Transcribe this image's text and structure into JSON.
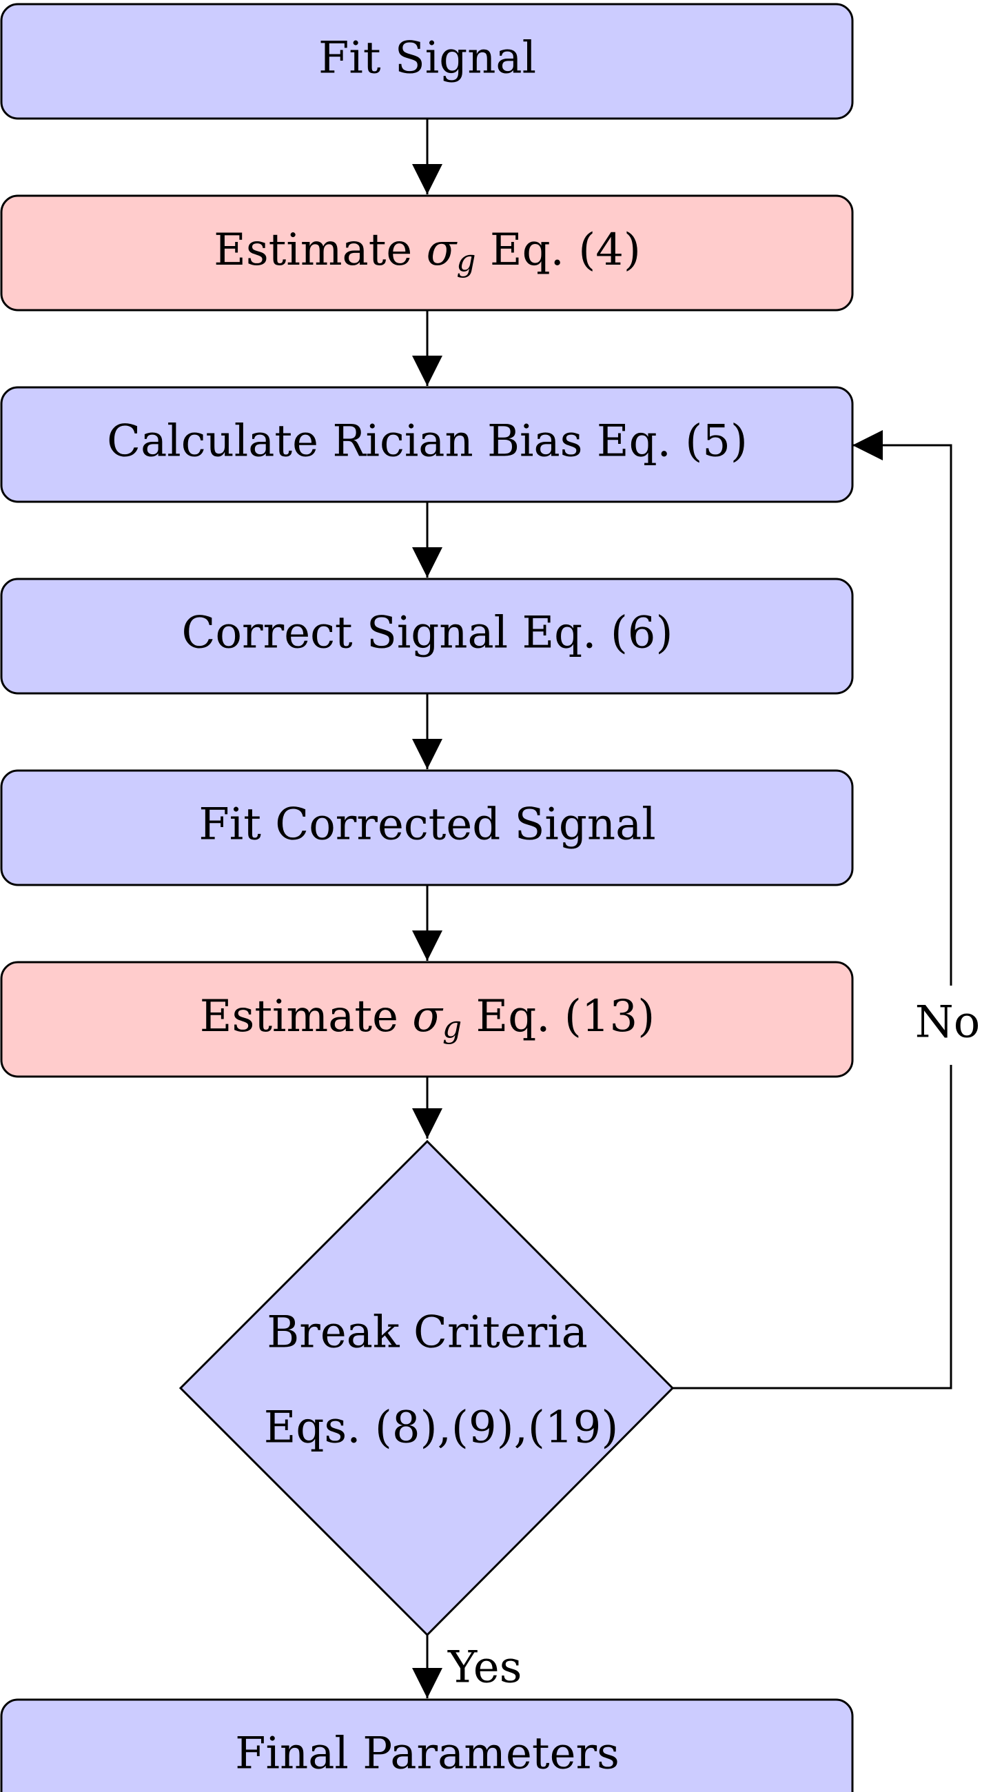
{
  "colors": {
    "process_fill": "#ccccff",
    "estimate_fill": "#ffcccc",
    "stroke": "#000000"
  },
  "nodes": {
    "fit_signal": {
      "label": "Fit Signal"
    },
    "estimate_sigma_4": {
      "label_prefix": "Estimate ",
      "symbol": "σ",
      "subscript": "g",
      "label_suffix": " Eq. (4)"
    },
    "calculate_rician_bias": {
      "label": "Calculate Rician Bias Eq. (5)"
    },
    "correct_signal": {
      "label": "Correct Signal Eq. (6)"
    },
    "fit_corrected_signal": {
      "label": "Fit Corrected Signal"
    },
    "estimate_sigma_13": {
      "label_prefix": "Estimate ",
      "symbol": "σ",
      "subscript": "g",
      "label_suffix": " Eq. (13)"
    },
    "break_criteria": {
      "line1": "Break Criteria",
      "line2": "Eqs. (8),(9),(19)"
    },
    "final_parameters": {
      "label": "Final Parameters"
    }
  },
  "edges": {
    "no_label": "No",
    "yes_label": "Yes"
  }
}
